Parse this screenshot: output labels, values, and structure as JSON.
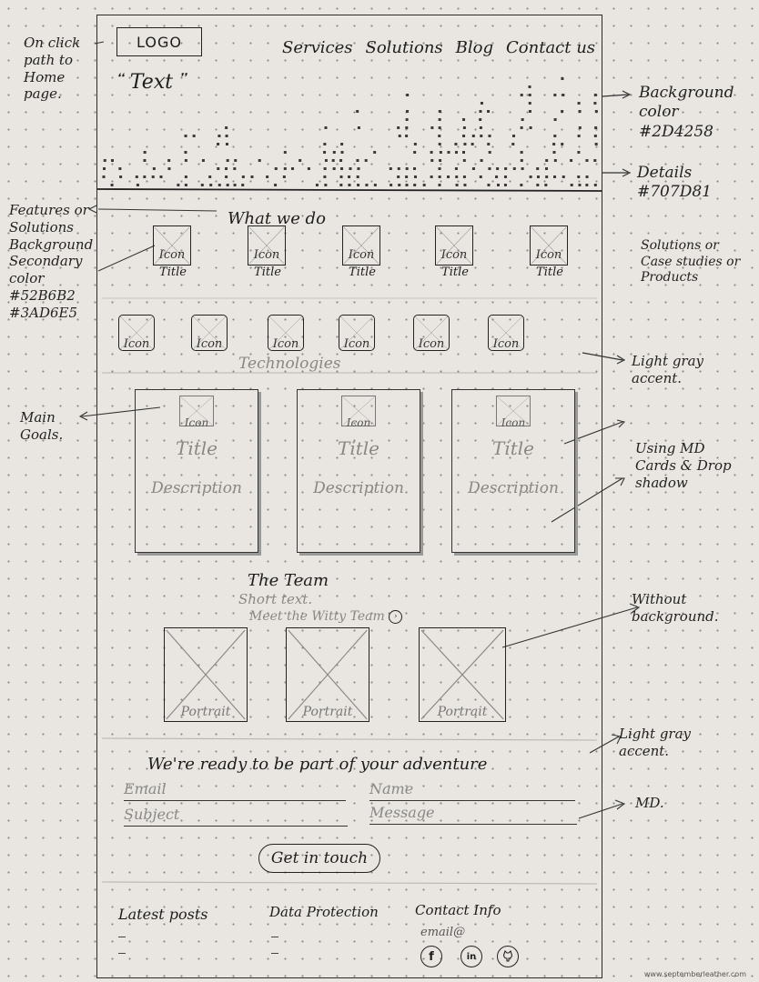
{
  "header": {
    "logo": "LOGO",
    "nav": [
      "Services",
      "Solutions",
      "Blog",
      "Contact us"
    ],
    "hero_text": "Text"
  },
  "features": {
    "title": "What we do",
    "items": [
      {
        "icon": "Icon",
        "title": "Title"
      },
      {
        "icon": "Icon",
        "title": "Title"
      },
      {
        "icon": "Icon",
        "title": "Title"
      },
      {
        "icon": "Icon",
        "title": "Title"
      },
      {
        "icon": "Icon",
        "title": "Title"
      }
    ]
  },
  "technologies": {
    "title": "Technologies",
    "icons": [
      "Icon",
      "Icon",
      "Icon",
      "Icon",
      "Icon",
      "Icon"
    ]
  },
  "goals": {
    "cards": [
      {
        "icon": "Icon",
        "title": "Title",
        "description": "Description"
      },
      {
        "icon": "Icon",
        "title": "Title",
        "description": "Description"
      },
      {
        "icon": "Icon",
        "title": "Title",
        "description": "Description"
      }
    ]
  },
  "team": {
    "title": "The Team",
    "short_text": "Short text.",
    "link": "Meet the Witty Team",
    "portraits": [
      "Portrait",
      "Portrait",
      "Portrait"
    ]
  },
  "contact": {
    "title": "We're ready to be part of your adventure",
    "email": "Email",
    "name": "Name",
    "subject": "Subject",
    "message": "Message",
    "cta": "Get in touch"
  },
  "footer": {
    "latest_posts": "Latest posts",
    "data_protection": "Data Protection",
    "contact_info": "Contact Info",
    "email": "email@",
    "social": [
      "f",
      "in",
      "gh"
    ]
  },
  "annotations": {
    "on_click": "On click path to Home page.",
    "background_color": "Background color #2D4258",
    "details": "Details #707D81",
    "features": "Features or Solutions Background Secondary color #52B6B2 #3AD6E5",
    "solutions": "Solutions or Case studies or Products",
    "light_gray_1": "Light gray accent.",
    "main_goals": "Main Goals.",
    "md_cards": "Using MD Cards & Drop shadow",
    "without_bg": "Without background.",
    "light_gray_2": "Light gray accent.",
    "md": "MD.",
    "watermark": "www.septemberleather.com"
  },
  "colors": {
    "background": "#2D4258",
    "details": "#707D81",
    "secondary_1": "#52B6B2",
    "secondary_2": "#3AD6E5"
  }
}
